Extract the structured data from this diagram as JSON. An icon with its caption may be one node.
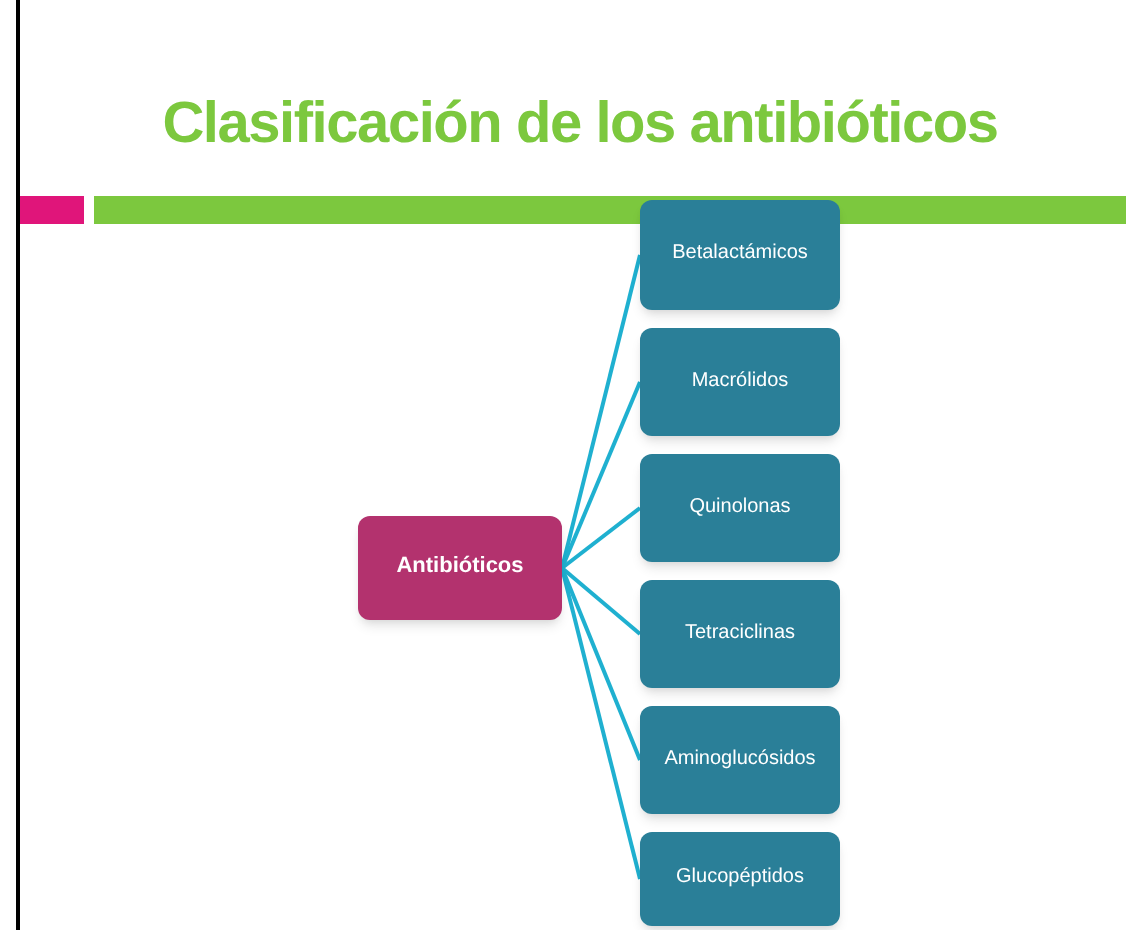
{
  "diagram": {
    "title": "Clasificación de los antibióticos",
    "nodes": [
      {
        "text": [
          "Antibióticos"
        ]
      },
      {
        "text": [
          "Betalactámicos"
        ]
      },
      {
        "text": [
          "Macrólidos"
        ]
      },
      {
        "text": [
          "Quinolonas"
        ]
      },
      {
        "text": [
          "Tetraciclinas"
        ]
      },
      {
        "text": [
          "Aminoglucósidos"
        ]
      },
      {
        "text": [
          "Glucopéptidos"
        ]
      }
    ],
    "edges": [
      {
        "from": 0,
        "to": 1,
        "arrow": "none"
      },
      {
        "from": 0,
        "to": 2,
        "arrow": "none"
      },
      {
        "from": 0,
        "to": 3,
        "arrow": "none"
      },
      {
        "from": 0,
        "to": 4,
        "arrow": "none"
      },
      {
        "from": 0,
        "to": 5,
        "arrow": "none"
      },
      {
        "from": 0,
        "to": 6,
        "arrow": "none"
      }
    ]
  }
}
